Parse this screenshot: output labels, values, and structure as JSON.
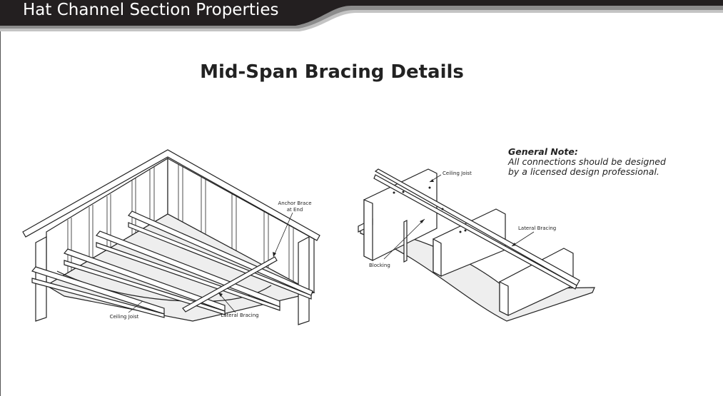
{
  "header": {
    "title": "Hat Channel Section Properties"
  },
  "main": {
    "title": "Mid-Span Bracing Details"
  },
  "note": {
    "heading": "General Note:",
    "body": "All connections should be designed by a licensed design professional."
  },
  "left_diagram": {
    "anchor_brace_line1": "Anchor Brace",
    "anchor_brace_line2": "at End",
    "ceiling_joist": "Ceiling Joist",
    "lateral_bracing": "Lateral Bracing"
  },
  "right_diagram": {
    "ceiling_joist": "Ceiling Joist",
    "lateral_bracing": "Lateral Bracing",
    "blocking": "Blocking"
  }
}
